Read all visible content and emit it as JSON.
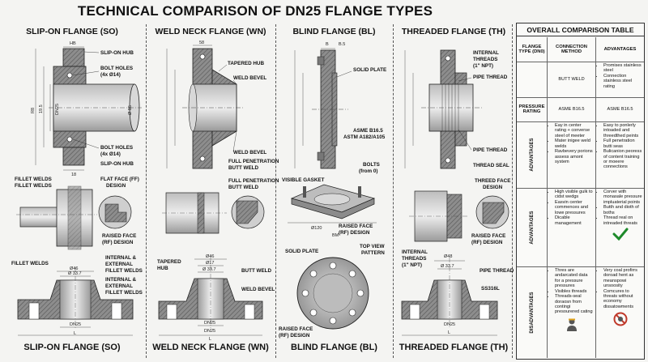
{
  "title": "TECHNICAL COMPARISON OF DN25 FLANGE TYPES",
  "columns": [
    {
      "title": "SLIP-ON FLANGE (SO)",
      "footer": "SLIP-ON FLANGE (SO)"
    },
    {
      "title": "WELD NECK FLANGE (WN)",
      "footer": "WELD NECK FLANGE (WN)"
    },
    {
      "title": "BLIND FLANGE (BL)",
      "footer": "BLIND FLANGE (BL)"
    },
    {
      "title": "THREADED FLANGE (TH)",
      "footer": "THREADED FLANGE (TH)"
    }
  ],
  "so": {
    "slip_on_hub": "SLIP-ON HUB",
    "bolt_holes_top": "BOLT HOLES",
    "bolt_holes_top2": "(4x Ø14)",
    "bolt_holes_bot": "BOLT HOLES",
    "bolt_holes_bot2": "(4x Ø14)",
    "slip_on_hub_bot": "SLIP-ON HUB",
    "dim_hb": "HB",
    "dim_18": "18",
    "dim_rb": "R8",
    "dim_195": "19.5",
    "dim_dn25": "DN25",
    "dim_d85": "Ø 85",
    "fillet1": "FILLET WELDS",
    "fillet2": "FILLET WELDS",
    "flat_face": "FLAT FACE (FF)",
    "design": "DESIGN",
    "raised_face": "RAISED FACE",
    "rf_design": "(RF) DESIGN",
    "fillet_welds": "FILLET WELDS",
    "int_ext1": "INTERNAL &",
    "int_ext2": "EXTERNAL",
    "int_ext3": "FILLET WELDS",
    "int_ext4": "INTERNAL &",
    "int_ext5": "EXTERNAL",
    "int_ext6": "FILLET WELDS",
    "dim_d46": "Ø46",
    "dim_d337": "Ø 33.7",
    "dim_dn25b": "DN25",
    "dim_l": "L"
  },
  "wn": {
    "tapered_hub": "TAPERED HUB",
    "weld_bevel": "WELD BEVEL",
    "weld_bevel2": "WELD BEVEL",
    "full_pen1": "FULL PENETRATION",
    "full_pen2": "BUTT WELD",
    "full_pen3": "FULL PENETRATION",
    "full_pen4": "BUTT WELD",
    "dim_58": "58",
    "tapered_hub2": "TAPERED",
    "hub": "HUB",
    "butt_weld": "BUTT WELD",
    "weld_bevel3": "WELD BEVEL",
    "dim_d46": "Ø46",
    "dim_d17": "Ø17",
    "dim_d337": "Ø 33.7",
    "dim_dn25": "DN25",
    "dim_dn25b": "DN25",
    "dim_l": "L"
  },
  "bl": {
    "dim_b": "B",
    "dim_b5": "B.5",
    "solid_plate": "SOLID PLATE",
    "asme1": "ASME B16.5",
    "asme2": "ASTM A182/A105",
    "bolts": "BOLTS",
    "bolts2": "(from 0)",
    "visible_gasket": "VISIBLE GASKET",
    "raised_face": "RAISED FACE",
    "rf_design": "(RF) DESIGN",
    "dim_d120": "Ø120",
    "dim_bm": "BM",
    "solid_plate2": "SOLID PLATE",
    "top_view": "TOP VIEW",
    "pattern": "PATTERN",
    "raised_face2": "RAISED FACE",
    "rf_design2": "(RF) DESIGN"
  },
  "th": {
    "internal_threads": "INTERNAL",
    "internal_threads2": "THREADS",
    "internal_threads3": "(1\" NPT)",
    "pipe_thread": "PIPE THREAD",
    "pipe_thread2": "PIPE THREAD",
    "thread_seal": "THREAD SEAL",
    "threed_face": "THREED FACE",
    "design": "DESIGN",
    "raised_face": "RAISED FACE",
    "rf_design": "(RF) DESIGN",
    "internal_b1": "INTERNAL",
    "internal_b2": "THREADS",
    "internal_b3": "(1\" NPT)",
    "pipe_thread3": "PIPE THREAD",
    "ss316l": "SS316L",
    "dim_d46": "Ø48",
    "dim_d337": "Ø 33.7",
    "dim_dn25": "DN25",
    "dim_l": "L"
  },
  "table": {
    "title": "OVERALL COMPARISON TABLE",
    "h1": "FLANGE TYPE (DN0)",
    "h2": "CONNECTION METHOD",
    "h3": "ADVANTAGES",
    "r1c2": "BUTT WELD",
    "r1c3": [
      "Promises stainless steel",
      "Connection stainless steel rating"
    ],
    "r2c1": "PRESSURE RATING",
    "r2c2": "ASME B16.5",
    "r2c3": "ASME B16.5",
    "r3c1": "ADVANTAGES",
    "r3c2": [
      "Eay in center rating + converse steel of meeter",
      "Mater inigee weld welds",
      "Ravbevery porions assess amont system"
    ],
    "r3c3": [
      "Easy to ponlerly intoaded and threedthed peints",
      "Full penetration butti seas",
      "Bulicanion peoress of content training or moeere connections"
    ],
    "r4c1": "ADVANTAGES",
    "r4c2": [
      "High visible gulk to cidst wedgs",
      "Easvin center commences and lowe pressures",
      "Dicable management"
    ],
    "r4c3": [
      "Corver with monasale pressure impluaterial points",
      "Butth and dioth of boths",
      "Thread real on intreaded threats"
    ],
    "r5c1": "DISADVANTAGES",
    "r5c2": [
      "Thres are andarcated data for a pressure pressures",
      "Visibles threads",
      "Threads-seal doraosn from contingi presourered cating"
    ],
    "r5c3": [
      "Very coal profirrs doroad hent as meanspowi unsoosity",
      "Comcures to threats without economy dissatowments"
    ]
  }
}
